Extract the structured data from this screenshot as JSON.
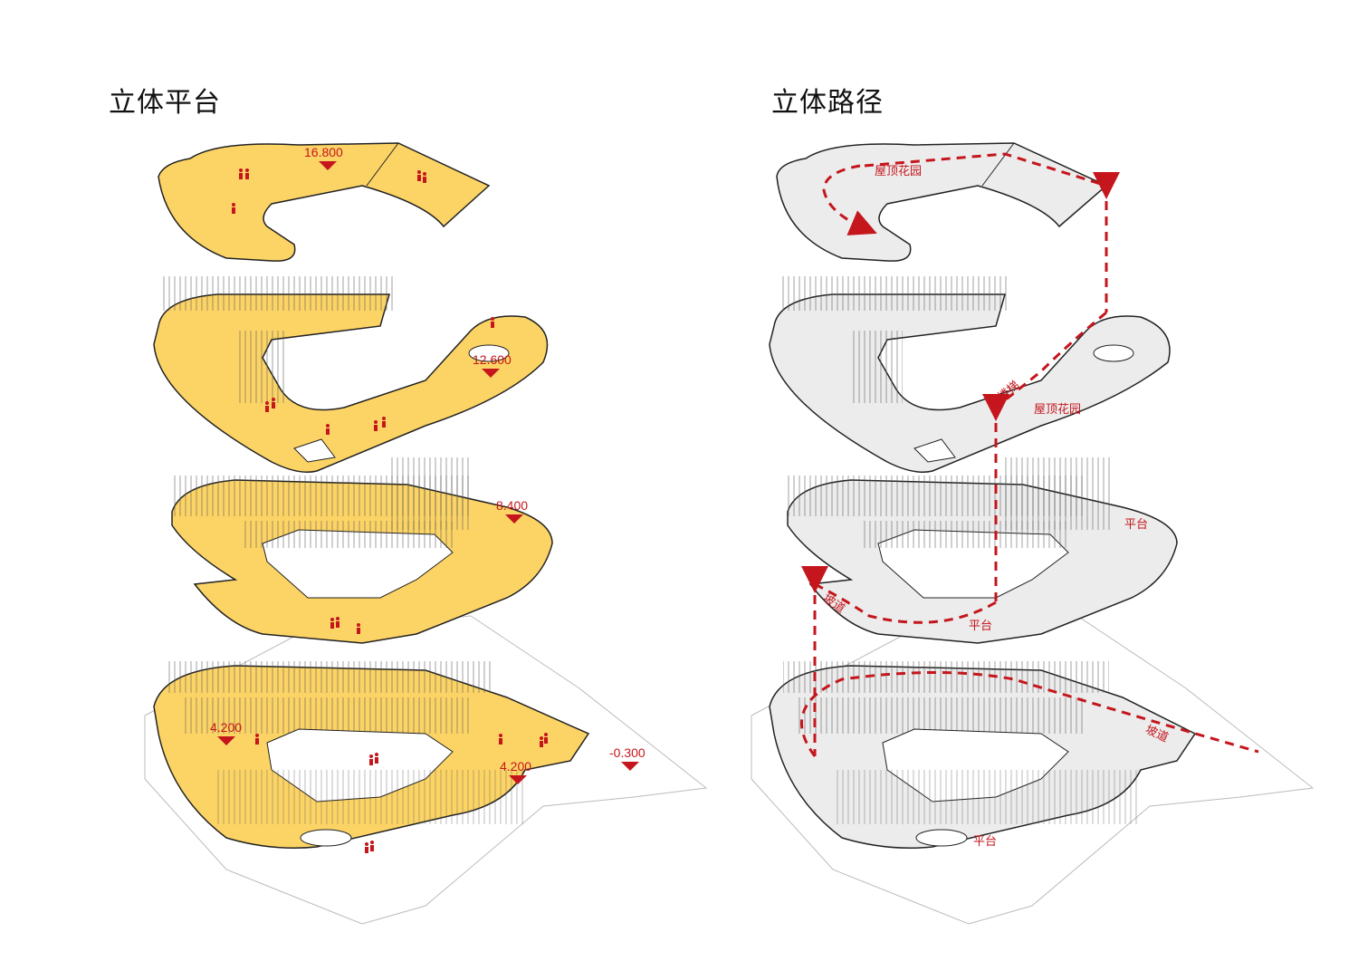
{
  "panels": {
    "left_title": "立体平台",
    "right_title": "立体路径"
  },
  "elevations": {
    "l4": "16.800",
    "l3": "12.600",
    "l2": "8.400",
    "l1a": "4.200",
    "l1b": "4.200",
    "ground": "-0.300"
  },
  "path_labels": {
    "roof_garden_top": "屋顶花园",
    "stairs": "楼梯",
    "roof_garden_mid": "屋顶花园",
    "platform_l2_right": "平台",
    "platform_l2_bottom": "平台",
    "ramp_l2": "坡道",
    "ramp_l1": "坡道",
    "platform_l1": "平台"
  },
  "colors": {
    "slab_yellow": "#fcd466",
    "slab_grey": "#ececec",
    "accent_red": "#c4161c",
    "line": "#222222"
  }
}
